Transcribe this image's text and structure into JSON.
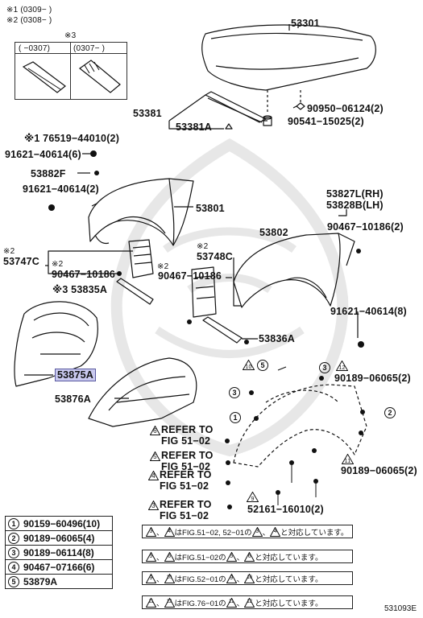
{
  "header_notes": {
    "note1": "※1 (0309−        )",
    "note2": "※2 (0308−        )",
    "box_title": "※3",
    "box_col1": "(      −0307)",
    "box_col2": "(0307−        )"
  },
  "labels": {
    "p53301": "53301",
    "p53381": "53381",
    "p53381A": "53381A",
    "p90950": "90950−06124(2)",
    "p90541": "90541−15025(2)",
    "p76519": "※1 76519−44010(2)",
    "p91621a": "91621−40614(6)",
    "p53882F": "53882F",
    "p91621b": "91621−40614(2)",
    "p53801": "53801",
    "p53827": "53827L(RH)",
    "p53828": "53828B(LH)",
    "p53802": "53802",
    "p90467a": "90467−10186(2)",
    "p53747C": "53747C",
    "p53747C_mark": "※2",
    "p90467b_mark": "※2",
    "p90467b": "90467−10186",
    "p53748C_mark": "※2",
    "p53748C": "53748C",
    "p90467c_mark": "※2",
    "p90467c": "90467−10186",
    "p53835A": "※3 53835A",
    "p91621c": "91621−40614(8)",
    "p53836A": "53836A",
    "p53875A": "53875A",
    "p53876A": "53876A",
    "p90189a": "90189−06065(2)",
    "p90189b": "90189−06065(2)",
    "p52161": "52161−16010(2)",
    "refer1a": "REFER TO",
    "refer1b": "FIG 51−02",
    "refer2a": "REFER TO",
    "refer2b": "FIG 51−02",
    "refer3a": "REFER TO",
    "refer3b": "FIG 51−02",
    "refer4a": "REFER TO",
    "refer4b": "FIG 51−02",
    "tri6": "6",
    "tri5": "5",
    "tri4": "4",
    "tri3": "3",
    "tri10": "10",
    "tri12": "12",
    "tri11": "11",
    "tri9": "9",
    "c1": "1",
    "c2": "2",
    "c3a": "3",
    "c3b": "3",
    "c5": "5"
  },
  "legend": [
    {
      "num": "1",
      "part": "90159−60496(10)"
    },
    {
      "num": "2",
      "part": "90189−06065(4)"
    },
    {
      "num": "3",
      "part": "90189−06114(8)"
    },
    {
      "num": "4",
      "part": "90467−07166(6)"
    },
    {
      "num": "5",
      "part": "53879A"
    }
  ],
  "notes": [
    {
      "a": "3",
      "b": "4",
      "text": "はFIG.51−02, 52−01の",
      "c": "3",
      "d": "4",
      "tail": "と対応しています。"
    },
    {
      "a": "5",
      "b": "6",
      "text": "はFIG.51−02の",
      "c": "5",
      "d": "6",
      "tail": "と対応しています。"
    },
    {
      "a": "9",
      "b": "10",
      "text": "はFIG.52−01の",
      "c": "9",
      "d": "10",
      "tail": "と対応しています。"
    },
    {
      "a": "11",
      "b": "12",
      "text": "はFIG.76−01の",
      "c": "11",
      "d": "12",
      "tail": "と対応しています。"
    }
  ],
  "figure_number": "531093E"
}
